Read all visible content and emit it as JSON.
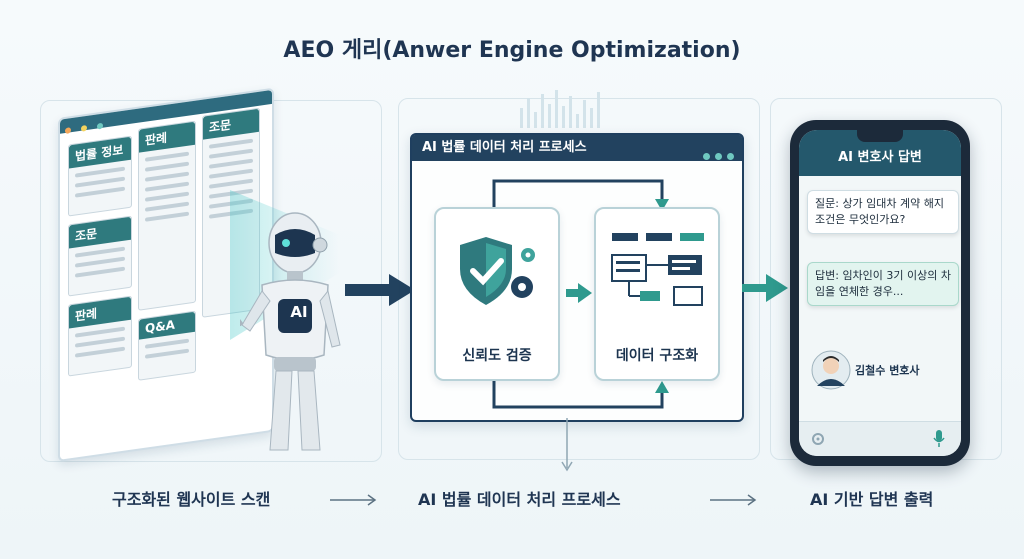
{
  "title": "AEO 게리(Anwer Engine Optimization)",
  "website": {
    "blocks": [
      "법률 정보",
      "판례",
      "조문",
      "조문",
      "판례",
      "Q&A"
    ],
    "robot_badge": "AI"
  },
  "process": {
    "panel_title": "AI 법률 데이터 처리 프로세스",
    "card_left": "신뢰도 검증",
    "card_right": "데이터 구조화"
  },
  "phone": {
    "header": "AI 변호사 답변",
    "question": "질문: 상가 임대차 계약 해지 조건은 무엇인가요?",
    "answer": "답변: 임차인이 3기 이상의 차임을 연체한 경우...",
    "lawyer_name": "김철수 변호사"
  },
  "captions": {
    "step1": "구조화된 웹사이트 스캔",
    "step2": "AI 법률 데이터 처리 프로세스",
    "step3": "AI 기반 답변 출력"
  },
  "colors": {
    "navy": "#22425f",
    "teal": "#2f7a7e",
    "mint": "#6fc8c0",
    "background": "#f6fafc"
  },
  "icons": [
    "shield-check-icon",
    "gear-icon",
    "flowchart-icon",
    "microphone-icon",
    "settings-icon"
  ]
}
